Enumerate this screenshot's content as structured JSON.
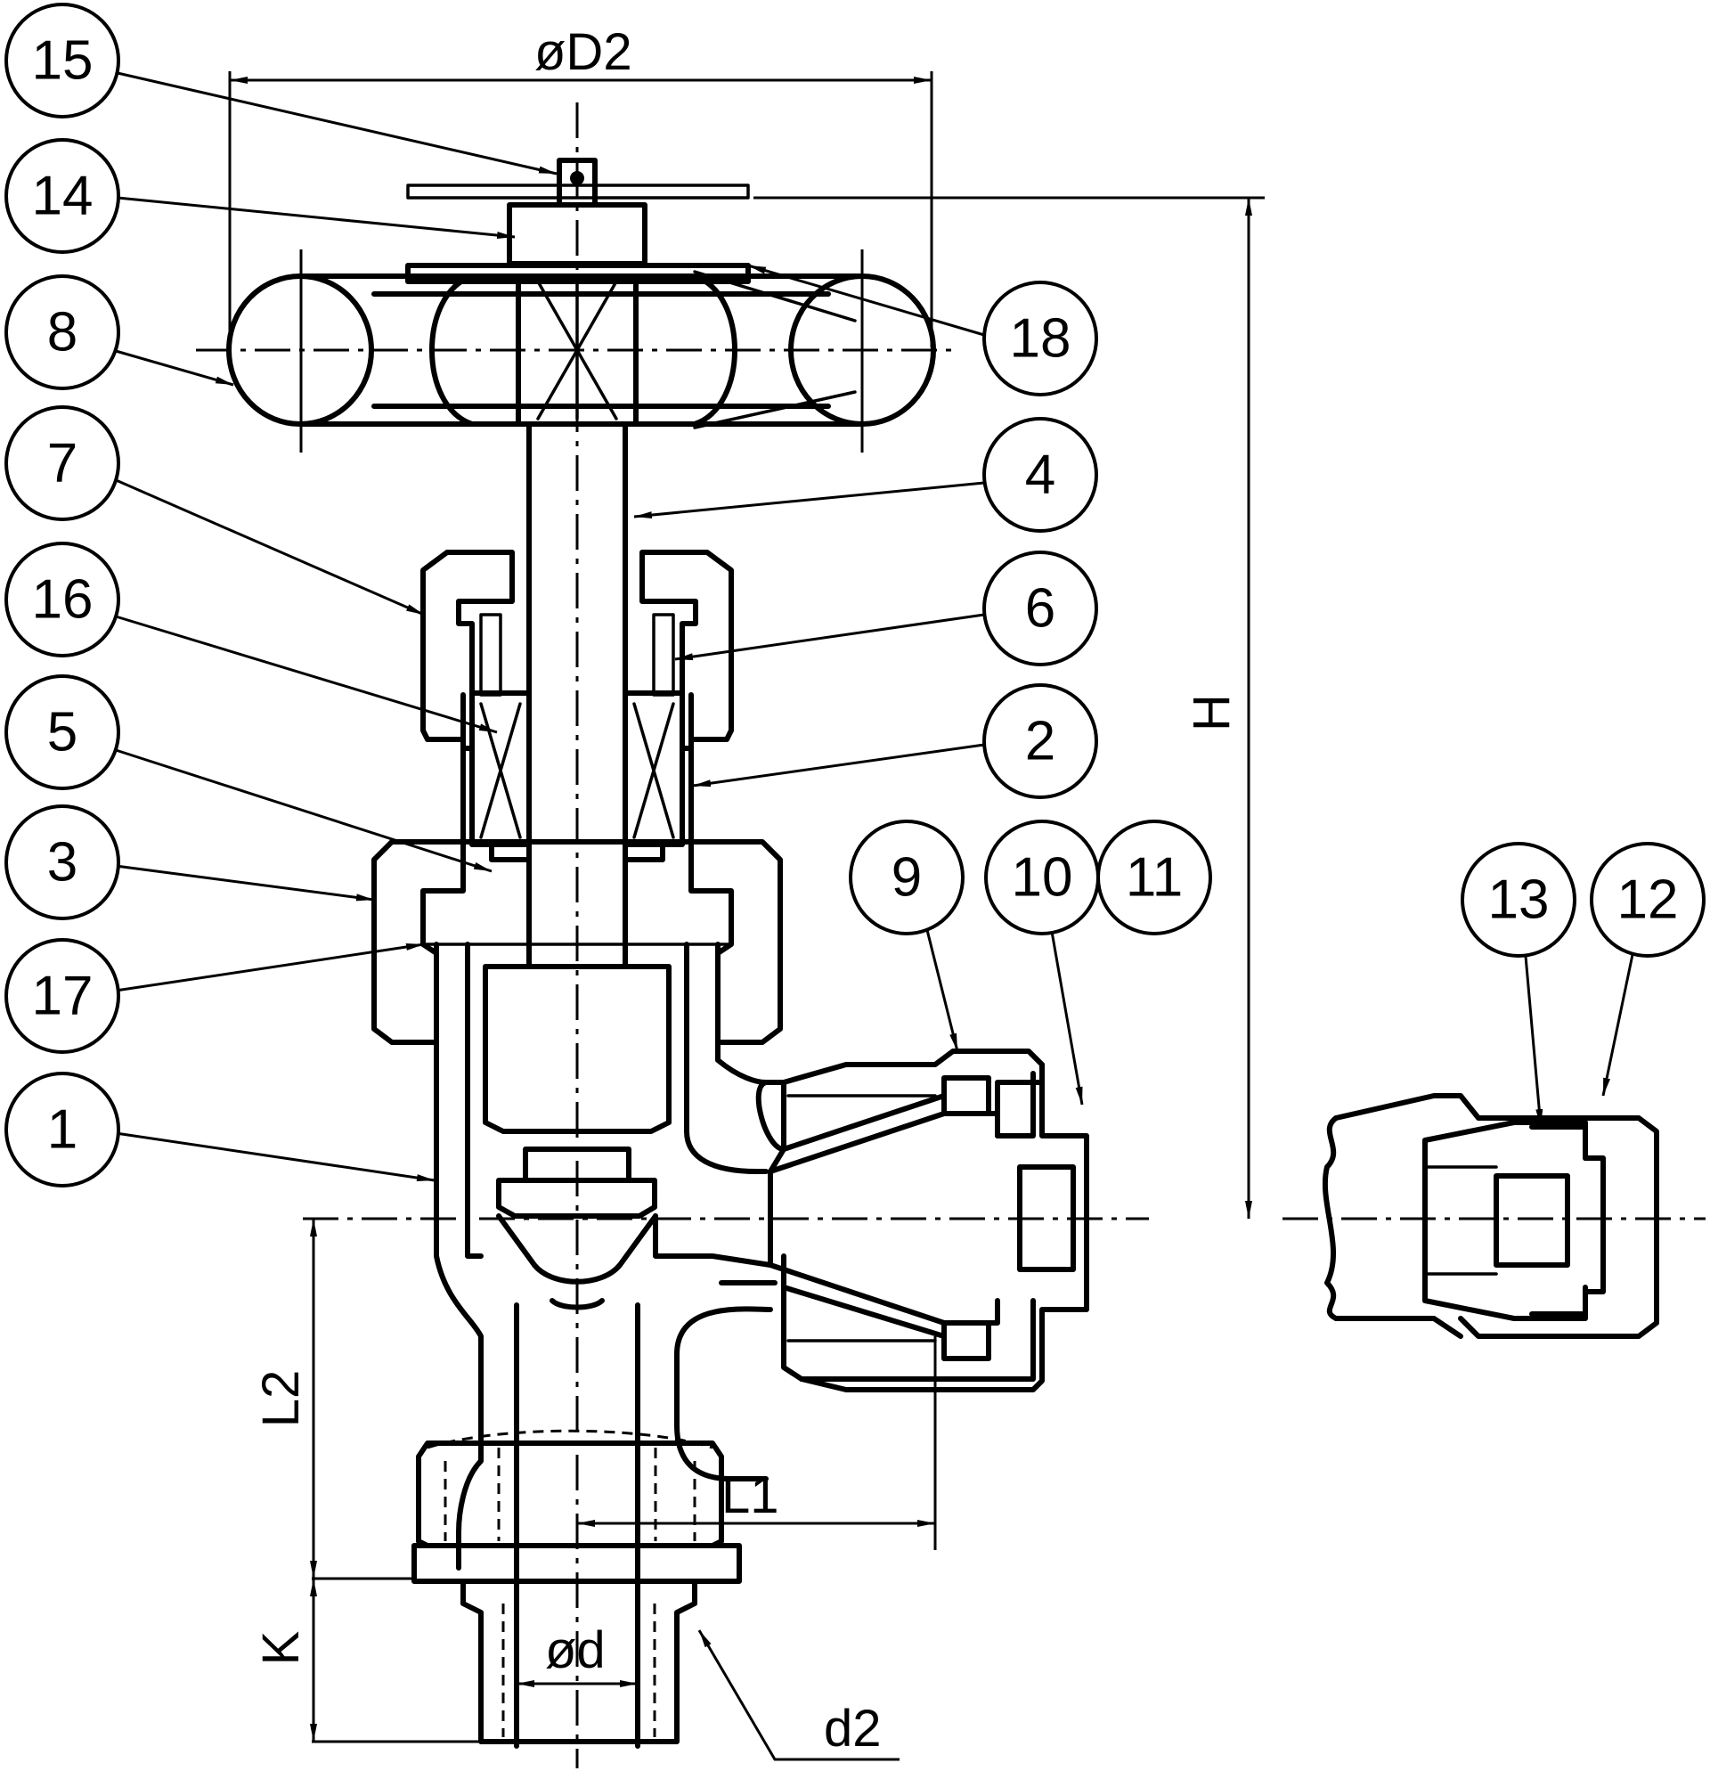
{
  "balloons": [
    {
      "id": "15",
      "label": "15"
    },
    {
      "id": "14",
      "label": "14"
    },
    {
      "id": "8",
      "label": "8"
    },
    {
      "id": "7",
      "label": "7"
    },
    {
      "id": "16",
      "label": "16"
    },
    {
      "id": "5",
      "label": "5"
    },
    {
      "id": "3",
      "label": "3"
    },
    {
      "id": "17",
      "label": "17"
    },
    {
      "id": "1",
      "label": "1"
    },
    {
      "id": "18",
      "label": "18"
    },
    {
      "id": "4",
      "label": "4"
    },
    {
      "id": "6",
      "label": "6"
    },
    {
      "id": "2",
      "label": "2"
    },
    {
      "id": "9",
      "label": "9"
    },
    {
      "id": "10",
      "label": "10"
    },
    {
      "id": "11",
      "label": "11"
    },
    {
      "id": "13",
      "label": "13"
    },
    {
      "id": "12",
      "label": "12"
    }
  ],
  "dimensions": {
    "D2": "øD2",
    "H": "H",
    "L1": "L1",
    "L2": "L2",
    "K": "K",
    "d": "ød",
    "d2": "d2"
  }
}
